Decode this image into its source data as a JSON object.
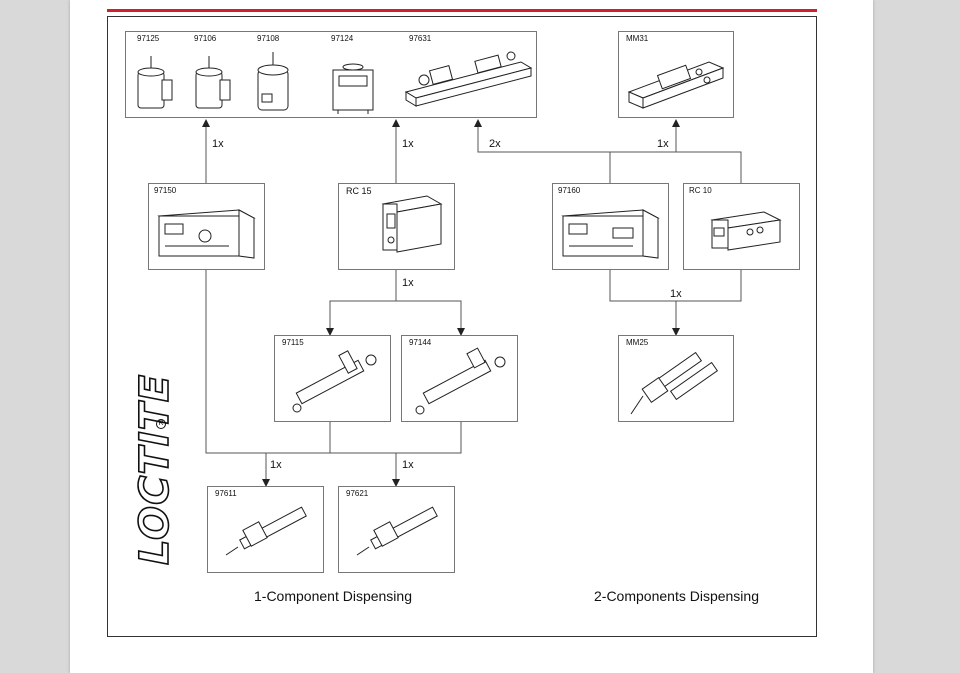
{
  "top_row": {
    "group_labels": [
      "97125",
      "97106",
      "97108",
      "97124",
      "97631"
    ],
    "mm31": "MM31"
  },
  "controllers": {
    "c97150": "97150",
    "rc15": "RC 15",
    "c97160": "97160",
    "rc10": "RC 10"
  },
  "valves": {
    "v97115": "97115",
    "v97144": "97144",
    "mm25": "MM25"
  },
  "nozzles": {
    "n97611": "97611",
    "n97621": "97621"
  },
  "quantities": {
    "q1": "1x",
    "q2": "1x",
    "q3": "2x",
    "q4": "1x",
    "q5": "1x",
    "q6": "1x",
    "q7": "1x",
    "q8": "1x"
  },
  "captions": {
    "one_component": "1-Component Dispensing",
    "two_components": "2-Components Dispensing"
  },
  "logo": {
    "text": "LOCTITE",
    "reg": "R"
  },
  "colors": {
    "accent": "#d0202a"
  }
}
